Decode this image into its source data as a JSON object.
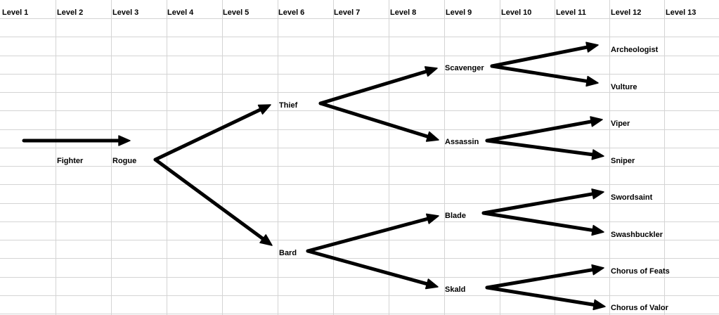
{
  "headers": [
    "Level 1",
    "Level 2",
    "Level 3",
    "Level 4",
    "Level 5",
    "Level 6",
    "Level 7",
    "Level 8",
    "Level 9",
    "Level 10",
    "Level 11",
    "Level 12",
    "Level 13"
  ],
  "nodes": {
    "fighter": "Fighter",
    "rogue": "Rogue",
    "thief": "Thief",
    "bard": "Bard",
    "scavenger": "Scavenger",
    "assassin": "Assassin",
    "blade": "Blade",
    "skald": "Skald",
    "archeologist": "Archeologist",
    "vulture": "Vulture",
    "viper": "Viper",
    "sniper": "Sniper",
    "swordsaint": "Swordsaint",
    "swashbuckler": "Swashbuckler",
    "chorus_of_feats": "Chorus of Feats",
    "chorus_of_valor": "Chorus of Valor"
  },
  "colors": {
    "grid": "#d4d4d4",
    "ink": "#000000"
  }
}
